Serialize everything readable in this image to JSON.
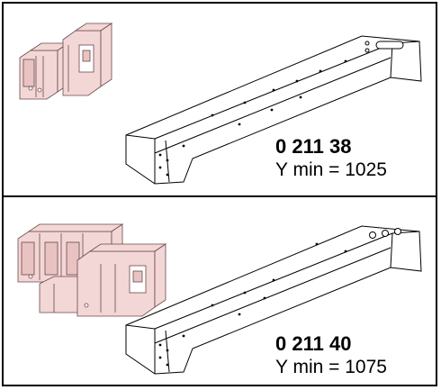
{
  "items": [
    {
      "code": "0 211 38",
      "ymin_label": "Y min = 1025"
    },
    {
      "code": "0 211 40",
      "ymin_label": "Y min = 1075"
    }
  ],
  "colors": {
    "breaker_fill": "#f3d6d6",
    "breaker_line": "#6b4a4a",
    "frame": "#000000"
  },
  "icons": {
    "breaker": "circuit-breaker-icon",
    "rail": "mounting-rail-icon"
  }
}
